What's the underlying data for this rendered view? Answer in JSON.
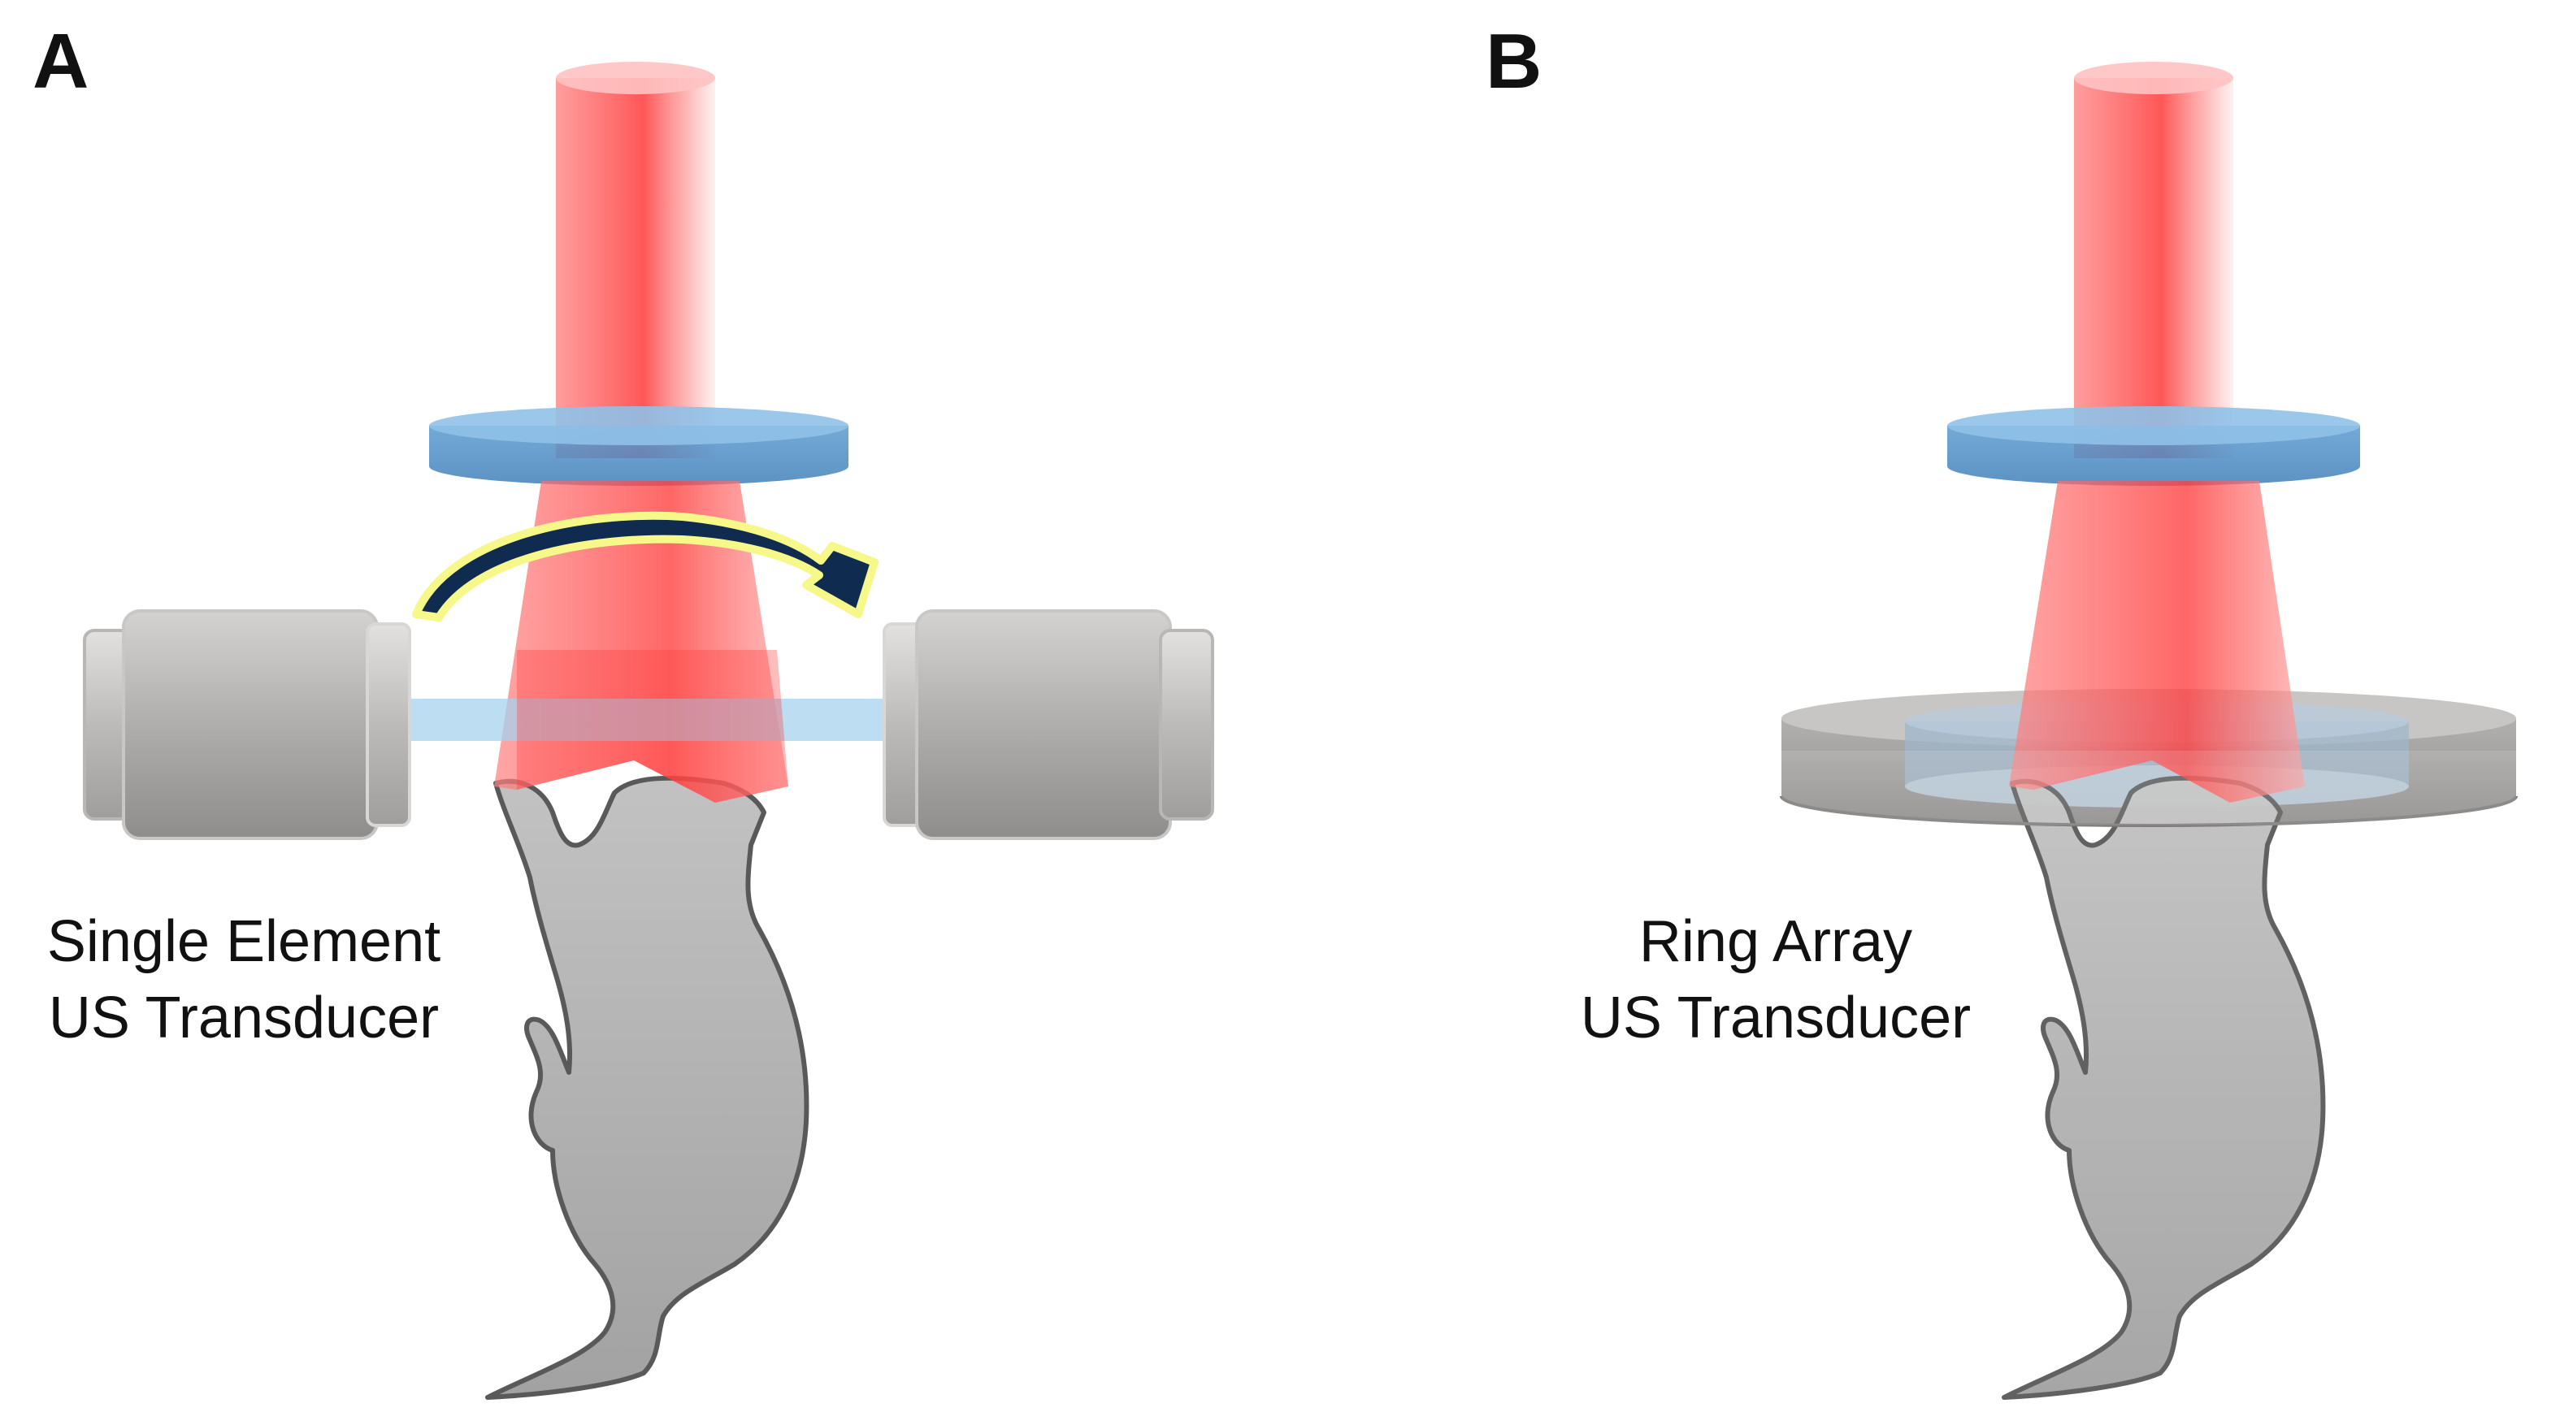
{
  "panels": [
    {
      "letter": "A",
      "caption": [
        "Single Element",
        "US Transducer"
      ]
    },
    {
      "letter": "B",
      "caption": [
        "Ring Array",
        "US Transducer"
      ]
    }
  ],
  "colors": {
    "laser_beam": "#ff5a5a",
    "lens": "#4f94cf",
    "transducer": "#a9a7a6",
    "animal": "#b9b9b9",
    "rotation_arrow": "#0f2b4f",
    "arrow_glow": "#f6f88a",
    "coupling_medium": "#a6d2ee"
  },
  "icons": [
    "laser-beam",
    "focusing-lens",
    "rotation-arrow",
    "single-element-transducer",
    "ring-array-transducer",
    "mouse-silhouette"
  ]
}
